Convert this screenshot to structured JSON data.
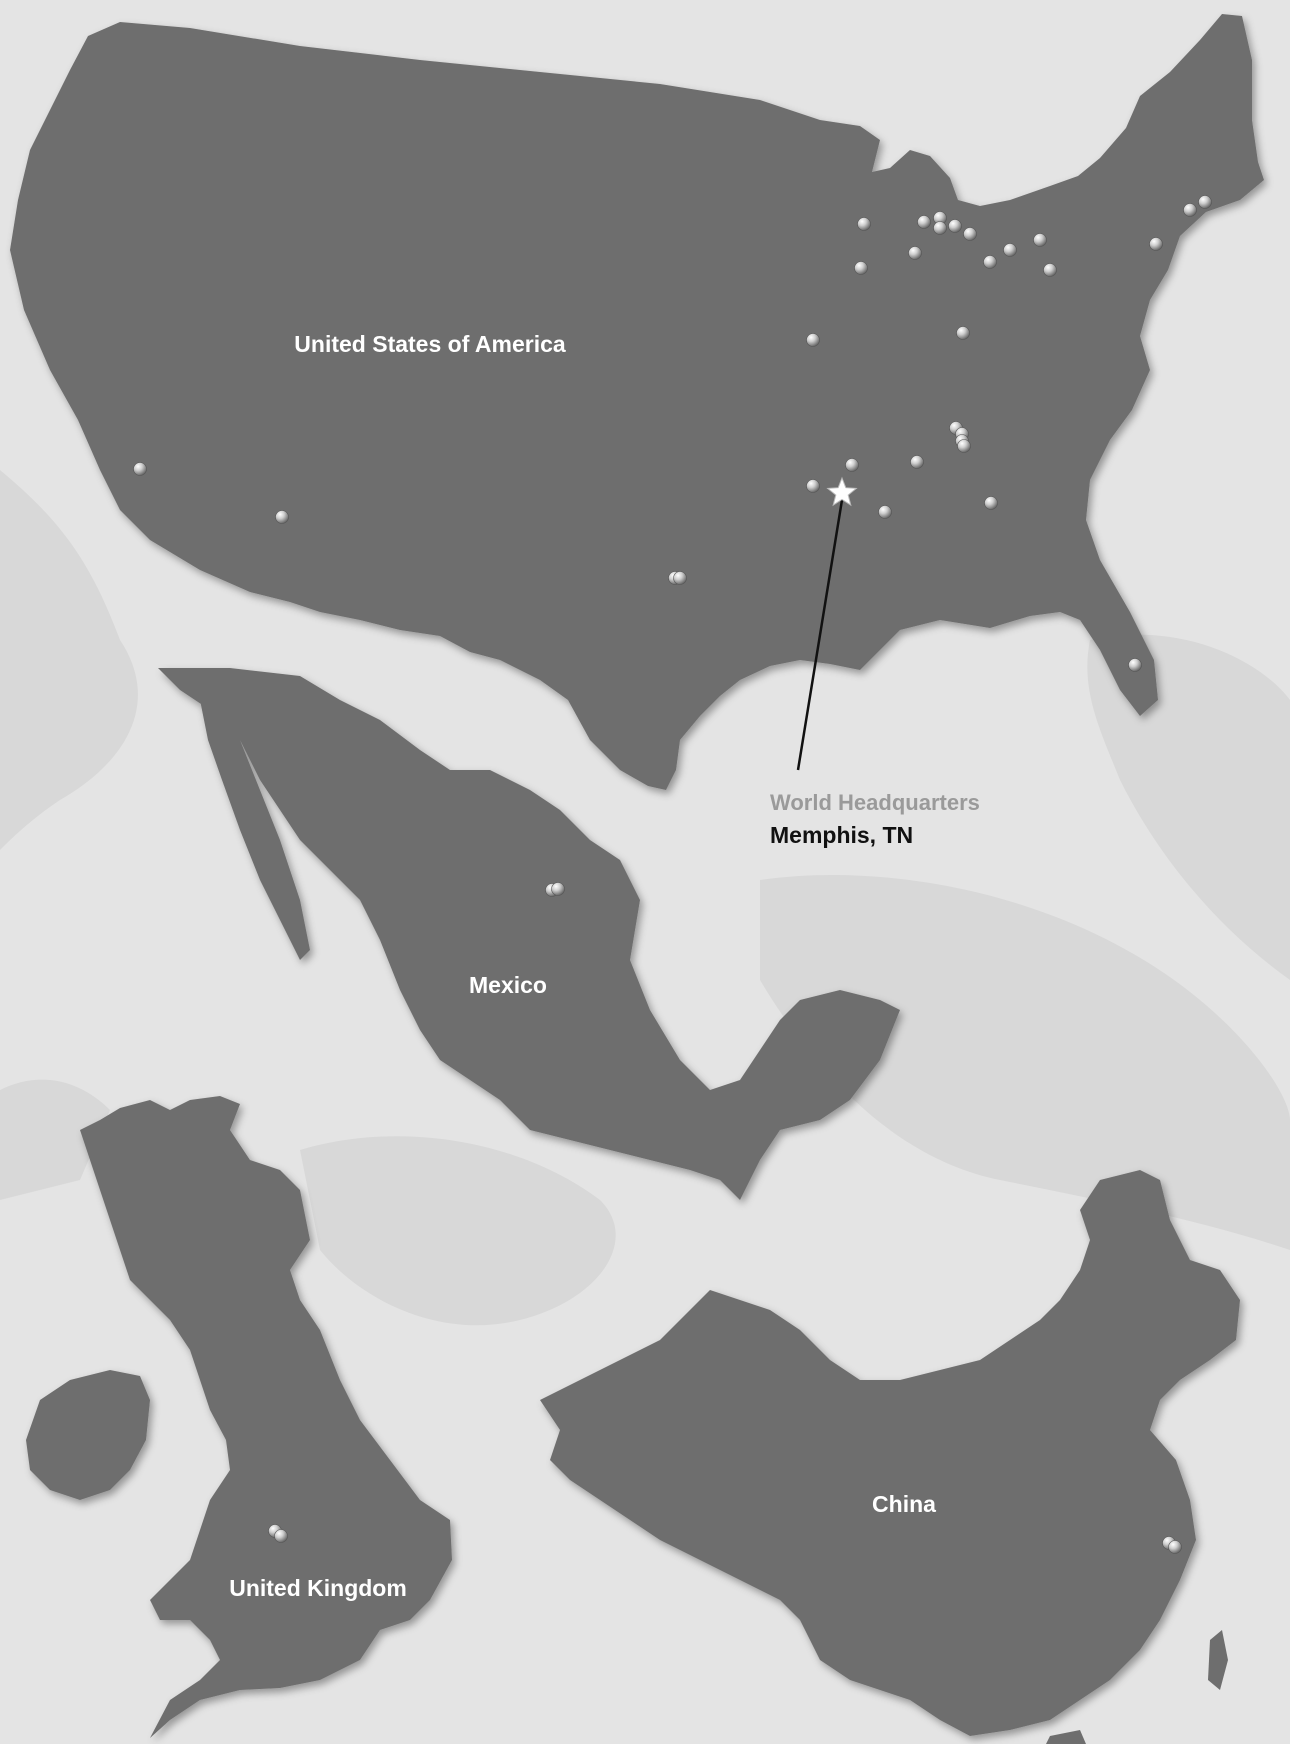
{
  "colors": {
    "background": "#e4e4e4",
    "background_land": "#d6d6d6",
    "country_fill": "#6e6e6e",
    "label_text": "#ffffff",
    "hq_title_text": "#9a9a9a",
    "hq_city_text": "#111111",
    "marker": "#cfcfcf",
    "hq_star": "#ffffff"
  },
  "countries": [
    {
      "id": "usa",
      "label": "United States of America"
    },
    {
      "id": "mexico",
      "label": "Mexico"
    },
    {
      "id": "uk",
      "label": "United Kingdom"
    },
    {
      "id": "china",
      "label": "China"
    }
  ],
  "headquarters": {
    "title": "World Headquarters",
    "city": "Memphis, TN",
    "icon": "star-icon"
  },
  "location_marker_icon": "pin-dot-icon",
  "location_counts": {
    "usa": 31,
    "mexico": 2,
    "uk": 2,
    "china": 2
  }
}
